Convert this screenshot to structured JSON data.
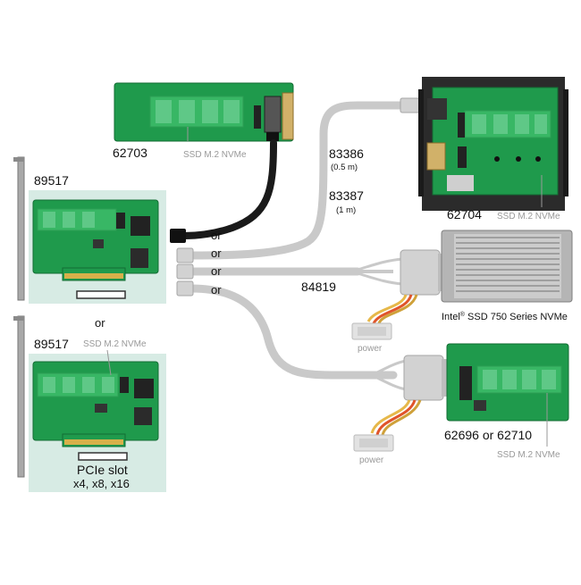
{
  "labels": {
    "p62703": "62703",
    "p62703_ssd": "SSD M.2 NVMe",
    "p89517_top": "89517",
    "p89517_bottom": "89517",
    "or_mid": "or",
    "bottom_ssd": "SSD M.2 NVMe",
    "pcie_line1": "PCIe slot",
    "pcie_line2": "x4, x8, x16",
    "c83386": "83386",
    "c83386_len": "(0.5 m)",
    "c83387": "83387",
    "c83387_len": "(1 m)",
    "c84819": "84819",
    "or1": "or",
    "or2": "or",
    "or3": "or",
    "or4": "or",
    "p62704": "62704",
    "p62704_ssd": "SSD M.2 NVMe",
    "intel_brand": "Intel",
    "intel_reg": "®",
    "intel_rest": " SSD 750 Series NVMe",
    "power1": "power",
    "power2": "power",
    "p62696": "62696 or 62710",
    "p62696_ssd": "SSD M.2 NVMe"
  },
  "colors": {
    "pcb_green": "#1f9a4c",
    "panel_bg": "#d7ebe4",
    "cable_gray": "#c9c9c9",
    "cable_black": "#1a1a1a",
    "metal": "#9a9a9a"
  }
}
